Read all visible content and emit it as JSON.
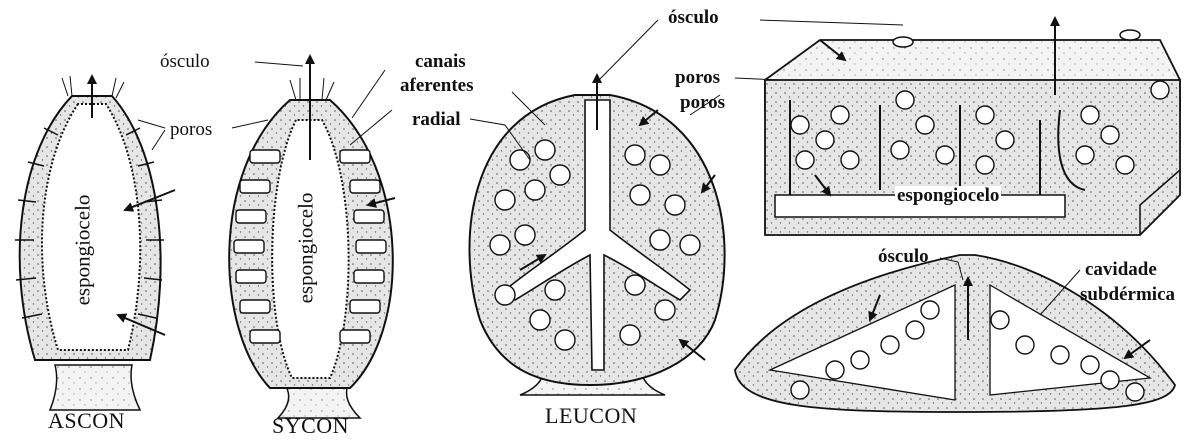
{
  "labels": {
    "osculo": "ósculo",
    "poros": "poros",
    "canais_aferentes_1": "canais",
    "canais_aferentes_2": "aferentes",
    "radial": "radial",
    "espongiocelo": "espongiocelo",
    "cavidade_1": "cavidade",
    "cavidade_2": "subdérmica"
  },
  "captions": {
    "ascon": "ASCON",
    "sycon": "SYCON",
    "leucon": "LEUCON"
  },
  "colors": {
    "ink": "#111111",
    "tissue": "#e4e4e4",
    "tissue_dark": "#d2d2d2",
    "paper": "#ffffff"
  }
}
